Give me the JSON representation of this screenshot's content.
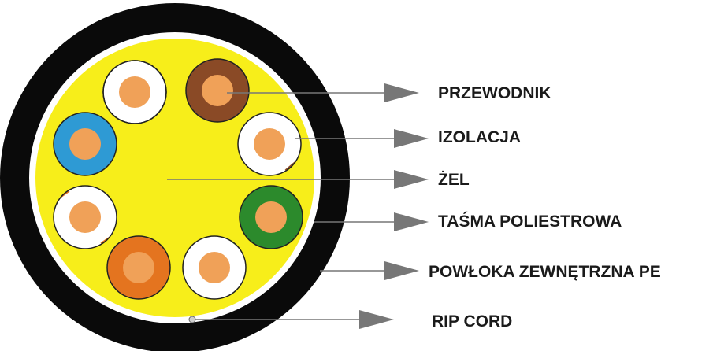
{
  "labels": {
    "conductor": "PRZEWODNIK",
    "insulation": "IZOLACJA",
    "gel": "ŻEL",
    "tape": "TAŚMA POLIESTROWA",
    "sheath": "POWŁOKA ZEWNĘTRZNA PE",
    "ripcord": "RIP CORD"
  },
  "colors": {
    "sheath": "#0a0a0a",
    "gel": "#f7ee1a",
    "tape": "#ffffff",
    "conductor": "#f0a158",
    "arrow": "#777777",
    "brown": "#8a4a26",
    "blue": "#2e9ad4",
    "green": "#2c8a2c",
    "orange": "#e4741f",
    "white_insulation": "#ffffff"
  },
  "pairs": [
    "white-blue",
    "brown",
    "white-brown",
    "green",
    "white-green",
    "orange",
    "white-orange",
    "blue"
  ]
}
